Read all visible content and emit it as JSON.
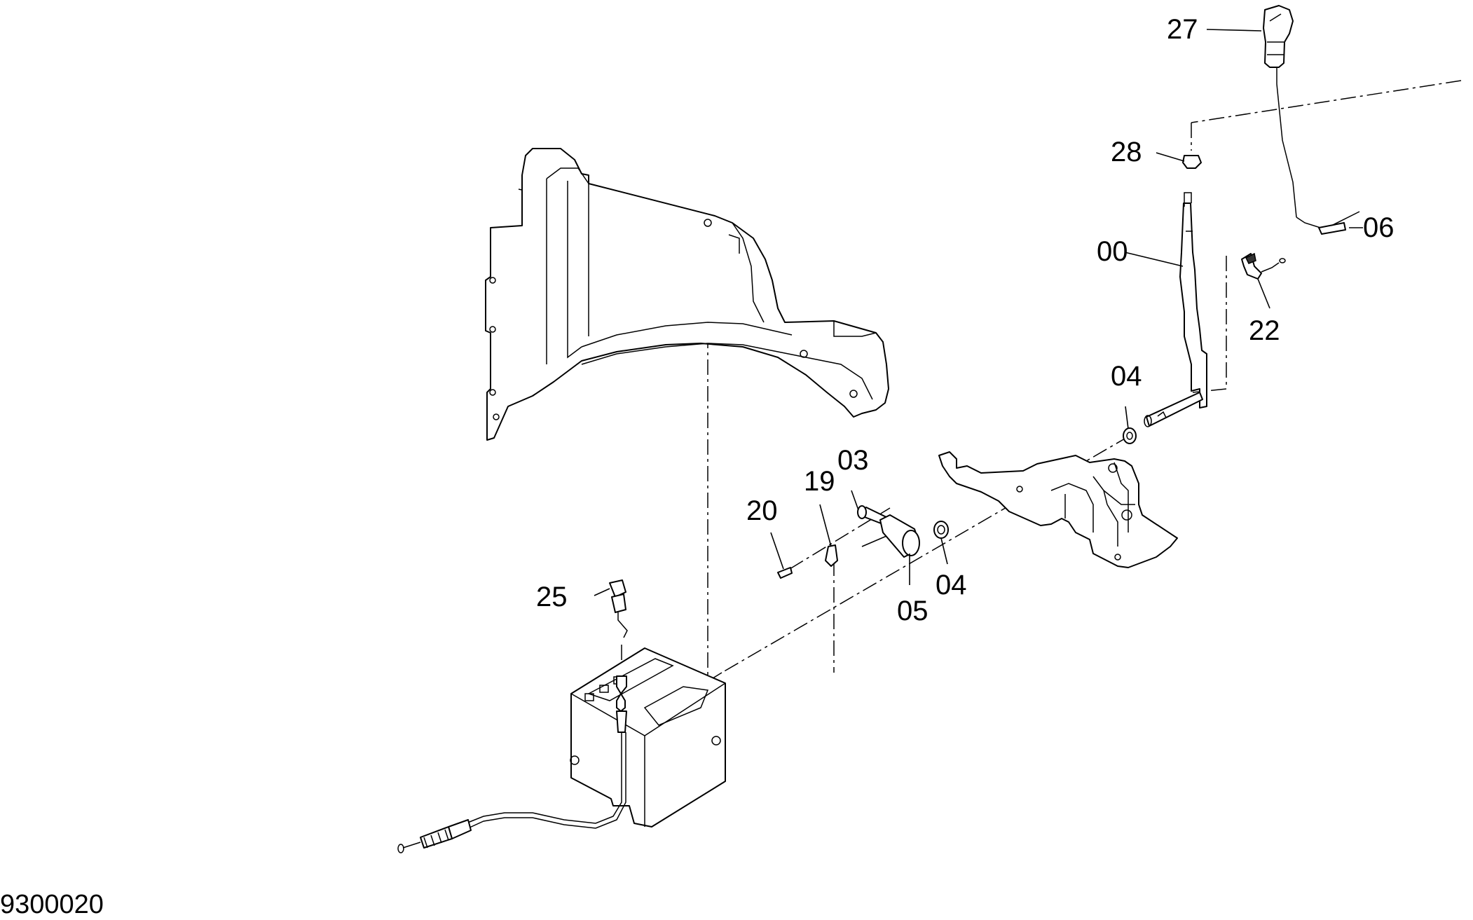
{
  "drawing_code": "9300020",
  "callouts": {
    "c27": "27",
    "c28": "28",
    "c06": "06",
    "c00": "00",
    "c22": "22",
    "c04_upper": "04",
    "c03": "03",
    "c19": "19",
    "c20": "20",
    "c25": "25",
    "c05": "05",
    "c04_lower": "04"
  }
}
